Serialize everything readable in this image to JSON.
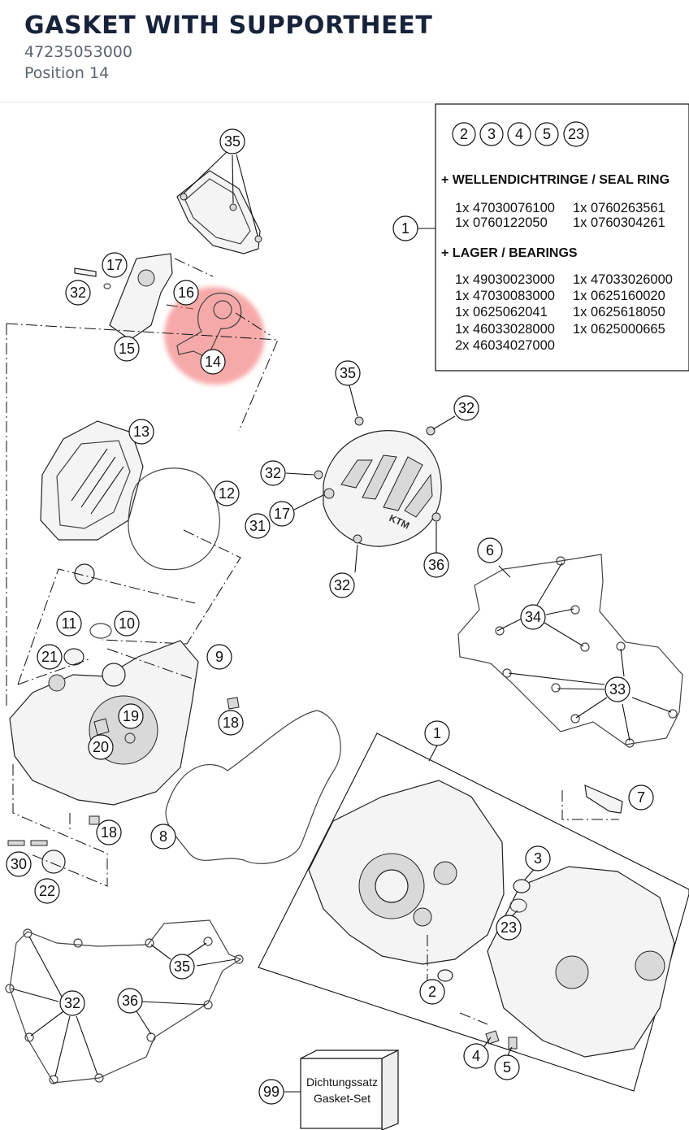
{
  "header": {
    "title": "GASKET WITH SUPPORTHEET",
    "part_number": "47235053000",
    "position": "Position 14"
  },
  "colors": {
    "highlight": "#f06464",
    "title": "#17233b",
    "subtitle": "#5b6472"
  },
  "legend": {
    "seal_heading": "+ WELLENDICHTRINGE / SEAL RING",
    "bearing_heading": "+ LAGER / BEARINGS",
    "seal_lines": [
      "1x 47030076100",
      "1x 0760263561",
      "1x 0760122050",
      "1x 0760304261"
    ],
    "bearing_lines": [
      "1x 49030023000",
      "1x 47033026000",
      "1x 47030083000",
      "1x 0625160020",
      "1x 0625062041",
      "1x 0625618050",
      "1x 46033028000",
      "1x 0625000665",
      "2x 46034027000"
    ]
  },
  "gasket_set": {
    "line1": "Dichtungssatz",
    "line2": "Gasket-Set"
  },
  "callouts": {
    "c35a": "35",
    "c17a": "17",
    "c32a": "32",
    "c16": "16",
    "c15": "15",
    "c14": "14",
    "c13": "13",
    "c12": "12",
    "c35b": "35",
    "c32b": "32",
    "c32c": "32",
    "c17b": "17",
    "c31": "31",
    "c36a": "36",
    "c32d": "32",
    "c6": "6",
    "c34": "34",
    "c33": "33",
    "c11": "11",
    "c10": "10",
    "c21": "21",
    "c9": "9",
    "c19": "19",
    "c18a": "18",
    "c20": "20",
    "c1a": "1",
    "c1b": "1",
    "c7": "7",
    "c8": "8",
    "c18b": "18",
    "c30": "30",
    "c22": "22",
    "c3": "3",
    "c23a": "23",
    "c2a": "2",
    "c35c": "35",
    "c32e": "32",
    "c36b": "36",
    "c4a": "4",
    "c5a": "5",
    "c99": "99",
    "l2": "2",
    "l3": "3",
    "l4": "4",
    "l5": "5",
    "l23": "23"
  }
}
